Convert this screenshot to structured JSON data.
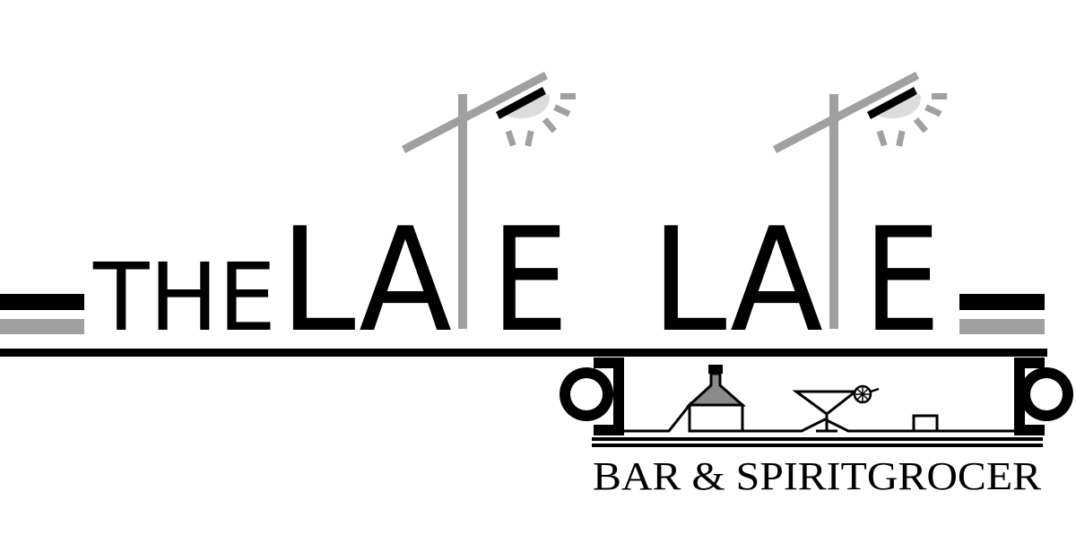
{
  "logo": {
    "the": "THE",
    "la_1": "LA",
    "e_1": "E",
    "la_2": "LA",
    "e_2": "E",
    "tagline": "BAR & SPIRITGROCER"
  },
  "colors": {
    "ink": "#000000",
    "gray": "#a0a0a0",
    "light_gray": "#dcdcdc",
    "background": "#ffffff"
  },
  "icons": [
    "street-lamp-icon",
    "street-lamp-icon",
    "wine-bottle-icon",
    "cocktail-glass-icon",
    "lime-slice-icon",
    "shot-glass-icon",
    "cup-handle-icon"
  ]
}
